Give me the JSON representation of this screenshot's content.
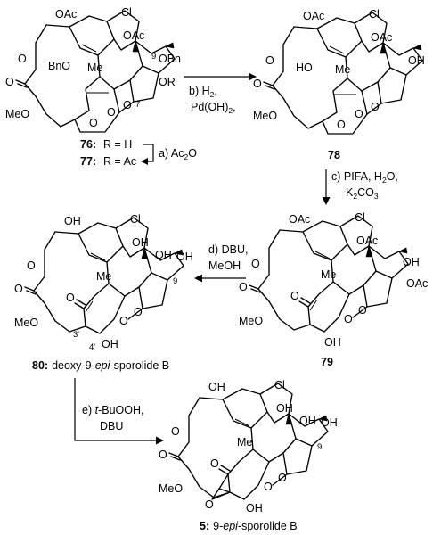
{
  "compounds": {
    "c76": {
      "label": "76:",
      "text": "R = H"
    },
    "c77": {
      "label": "77:",
      "text": "R = Ac"
    },
    "c78": {
      "label": "78"
    },
    "c79": {
      "label": "79"
    },
    "c80": {
      "label": "80:",
      "text": "deoxy-9-",
      "italic": "epi",
      "text2": "-sporolide B"
    },
    "c5": {
      "label": "5:",
      "text": "9-",
      "italic": "epi",
      "text2": "-sporolide B"
    }
  },
  "steps": {
    "a": {
      "label": "a) Ac",
      "sub": "2",
      "tail": "O"
    },
    "b": {
      "line1": "b) H",
      "sub1": "2",
      "line1b": ",",
      "line2": "Pd(OH)",
      "sub2": "2",
      "line2b": ","
    },
    "c": {
      "line1": "c) PIFA, H",
      "sub1": "2",
      "line1b": "O,",
      "line2": "K",
      "sub2": "2",
      "line2b": "CO",
      "sub3": "3"
    },
    "d": {
      "line1": "d) DBU,",
      "line2": "MeOH"
    },
    "e": {
      "line1": "e) ",
      "italic": "t",
      "line1b": "-BuOOH,",
      "line2": "DBU"
    }
  },
  "atoms": {
    "oac": "OAc",
    "cl": "Cl",
    "obn": "OBn",
    "bno": "BnO",
    "me": "Me",
    "meo": "MeO",
    "o": "O",
    "or": "OR",
    "oh": "OH",
    "ho": "HO",
    "n9": "9",
    "n7": "7",
    "n3p": "3'",
    "n4p": "4'"
  }
}
